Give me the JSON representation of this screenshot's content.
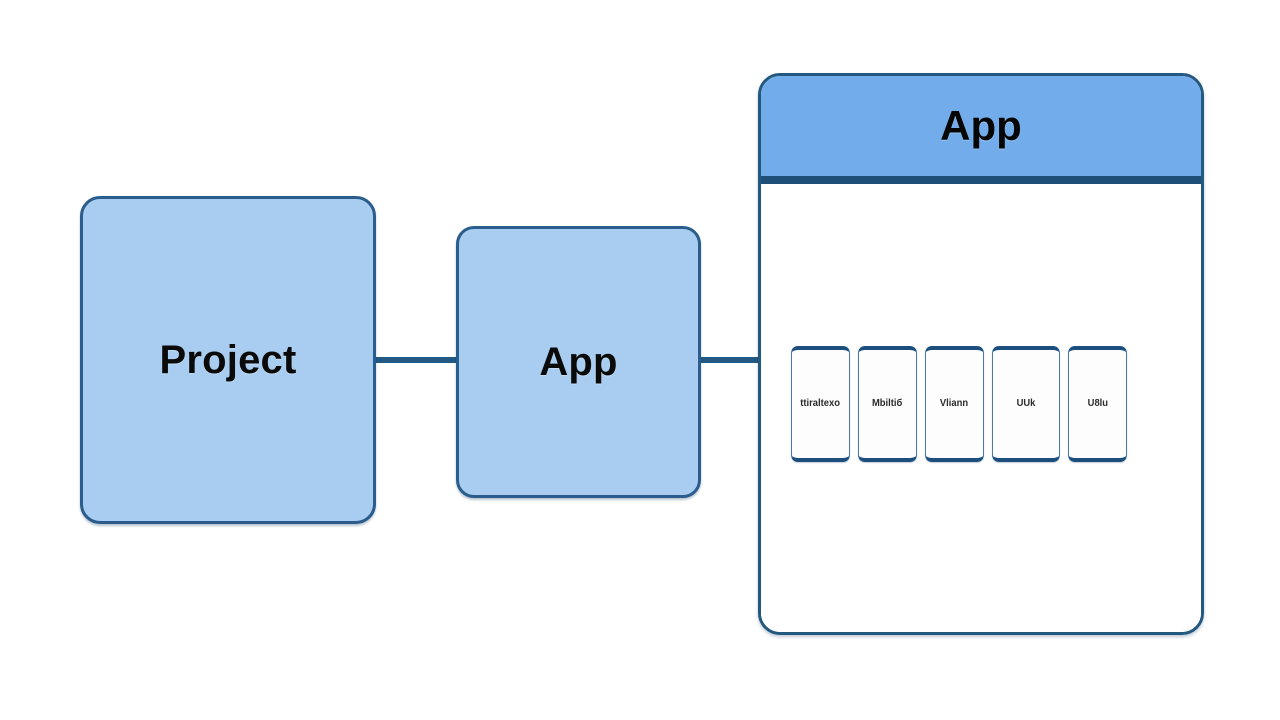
{
  "diagram": {
    "title": "App architecture flow diagram",
    "background_color": "#ffffff"
  },
  "colors": {
    "node_fill": "#a8cdf0",
    "node_border": "#2a5d8c",
    "panel_header_fill": "#72aceb",
    "panel_border": "#23587f",
    "panel_body_fill": "#ffffff",
    "connector": "#225a85",
    "card_fill": "#fdfdfe",
    "card_border": "#1d4f7e",
    "text": "#0a0a0a"
  },
  "nodes": [
    {
      "id": "project",
      "label": "Project"
    },
    {
      "id": "app",
      "label": "App"
    }
  ],
  "connectors": [
    {
      "id": "project-to-app",
      "from": "project",
      "to": "app"
    },
    {
      "id": "app-to-panel",
      "from": "app",
      "to": "app-panel"
    }
  ],
  "panel": {
    "id": "app-panel",
    "title": "App",
    "cards": [
      {
        "id": "card-1",
        "label": "ttiraltexo"
      },
      {
        "id": "card-2",
        "label": "Mbiltiб"
      },
      {
        "id": "card-3",
        "label": "Vliann"
      },
      {
        "id": "card-4",
        "label": "UUk"
      },
      {
        "id": "card-5",
        "label": "U8lu"
      }
    ]
  }
}
